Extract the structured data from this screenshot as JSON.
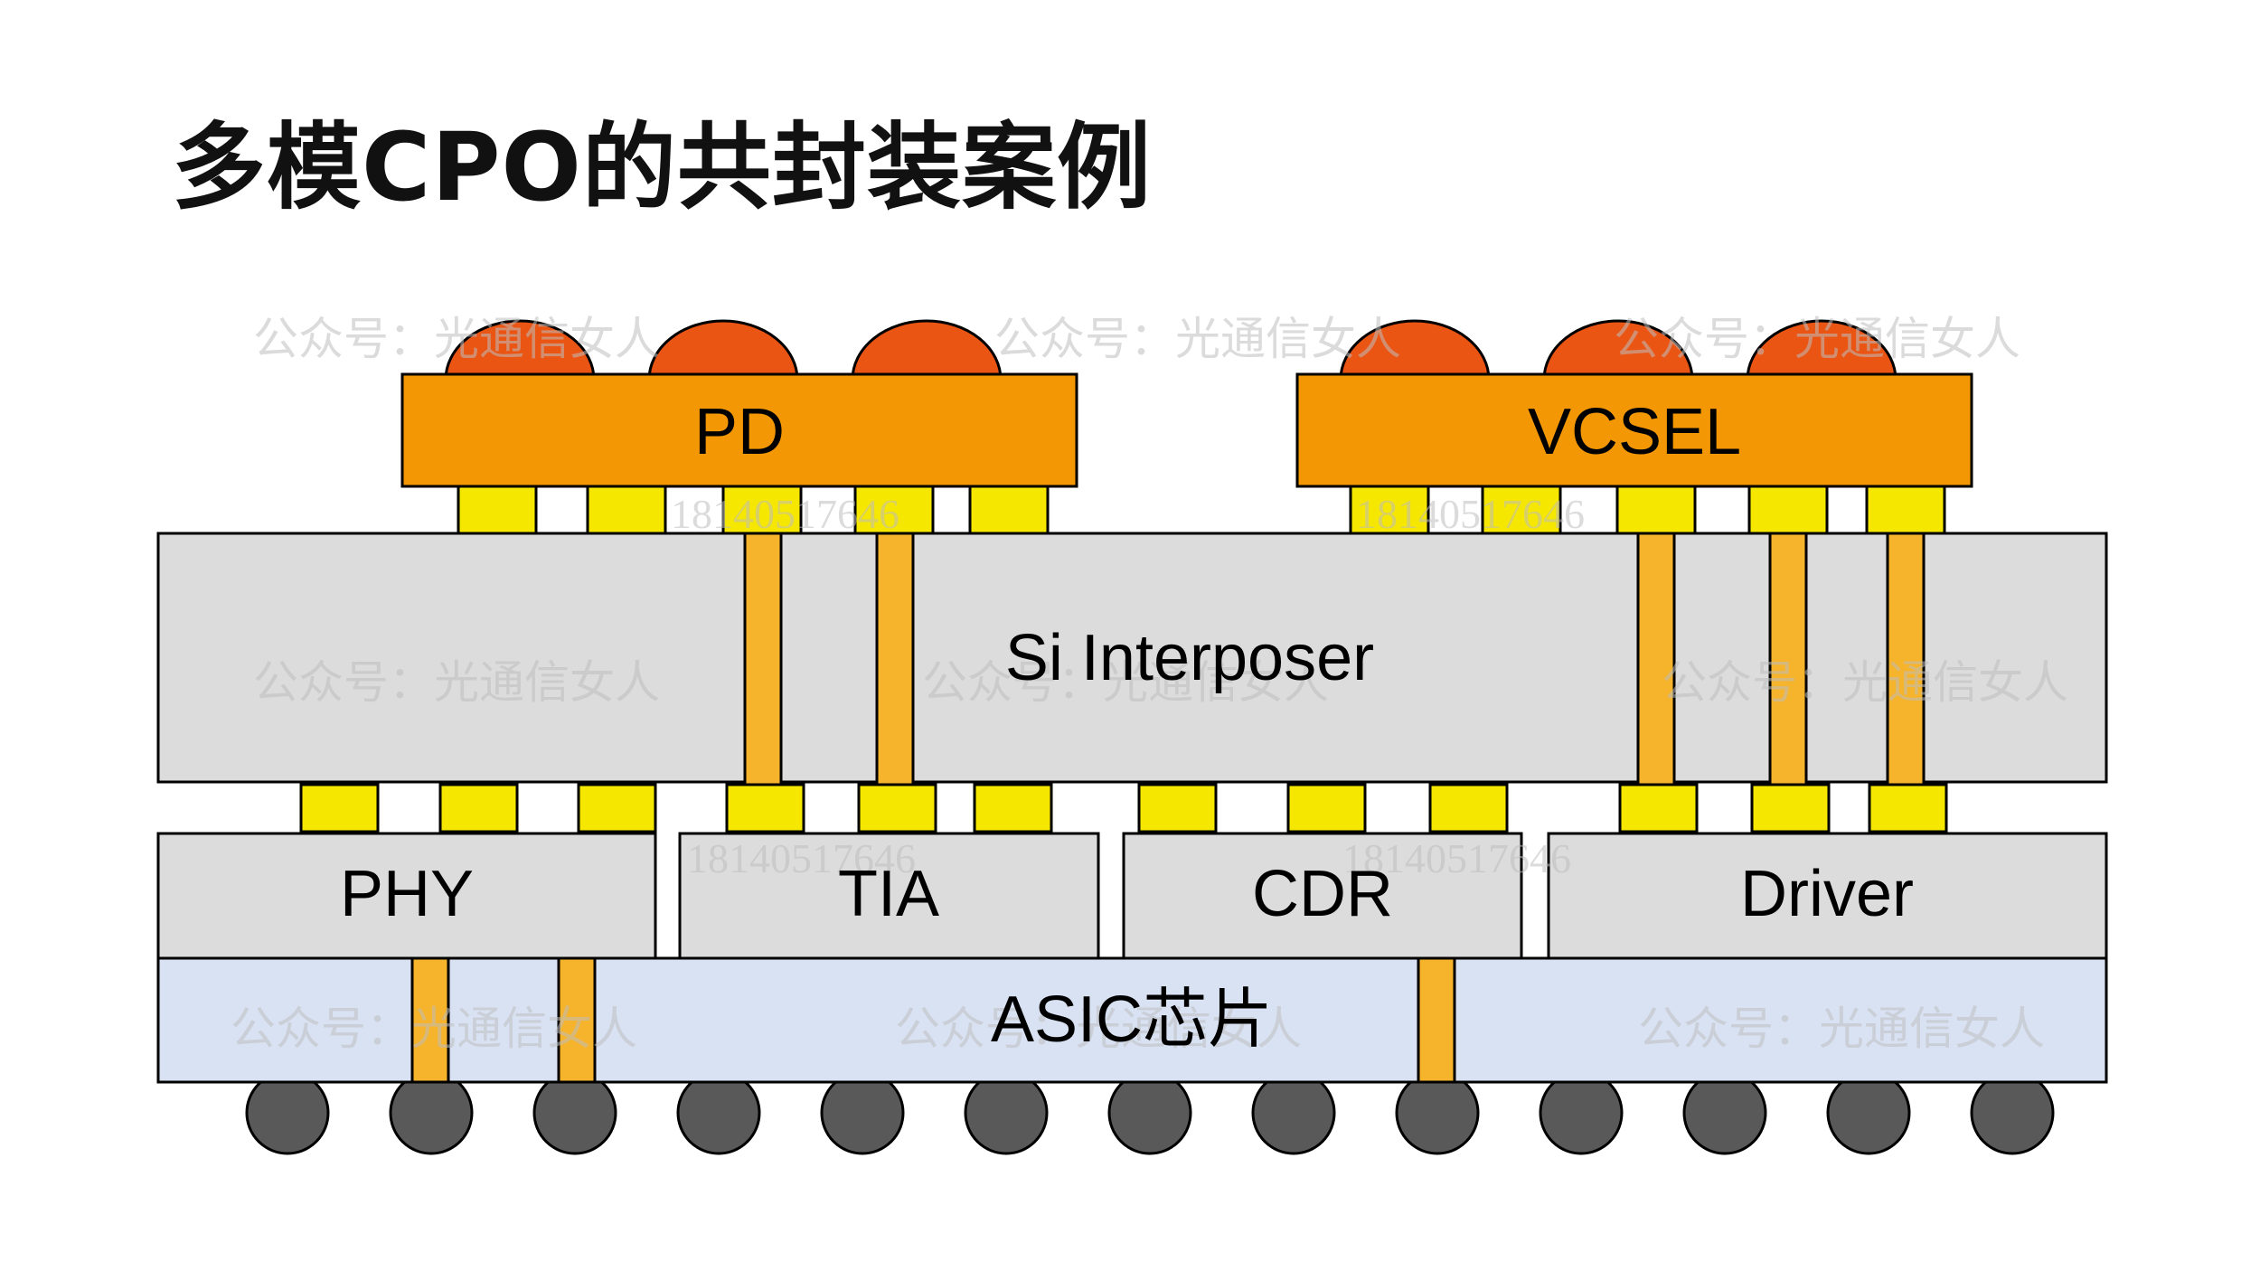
{
  "title": "多模CPO的共封装案例",
  "labels": {
    "pd": "PD",
    "vcsel": "VCSEL",
    "interposer": "Si Interposer",
    "phy": "PHY",
    "tia": "TIA",
    "cdr": "CDR",
    "driver": "Driver",
    "asic": "ASIC芯片"
  },
  "watermarks": {
    "account": "公众号：光通信女人",
    "phone": "18140517646"
  },
  "colors": {
    "orange_chip": "#f39704",
    "lens": "#ea5514",
    "gray_block": "#dcdcdc",
    "asic_blue": "#d9e2f3",
    "bump_yellow": "#f6e700",
    "tsv_orange": "#f6b32c",
    "solder_ball": "#595959"
  }
}
